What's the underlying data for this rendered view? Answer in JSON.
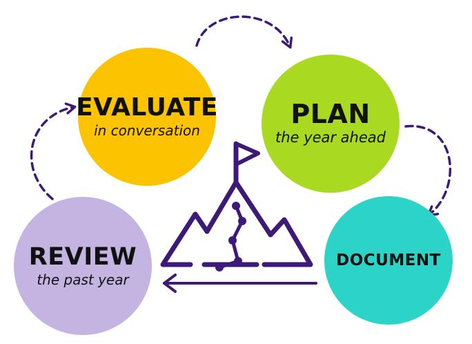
{
  "colors": {
    "evaluate": "#fbc300",
    "plan": "#a9d921",
    "document": "#2bd4c7",
    "review": "#c3b4e2",
    "accent": "#3d1a78"
  },
  "steps": [
    {
      "title": "EVALUATE",
      "subtitle": "in conversation"
    },
    {
      "title": "PLAN",
      "subtitle": "the year ahead"
    },
    {
      "title": "DOCUMENT",
      "subtitle": ""
    },
    {
      "title": "REVIEW",
      "subtitle": "the past year"
    }
  ],
  "icons": {
    "center": "mountain-flag-icon",
    "bottom_arrow": "left-arrow-icon",
    "cycle_arrows": "dashed-curved-arrow-icon"
  }
}
